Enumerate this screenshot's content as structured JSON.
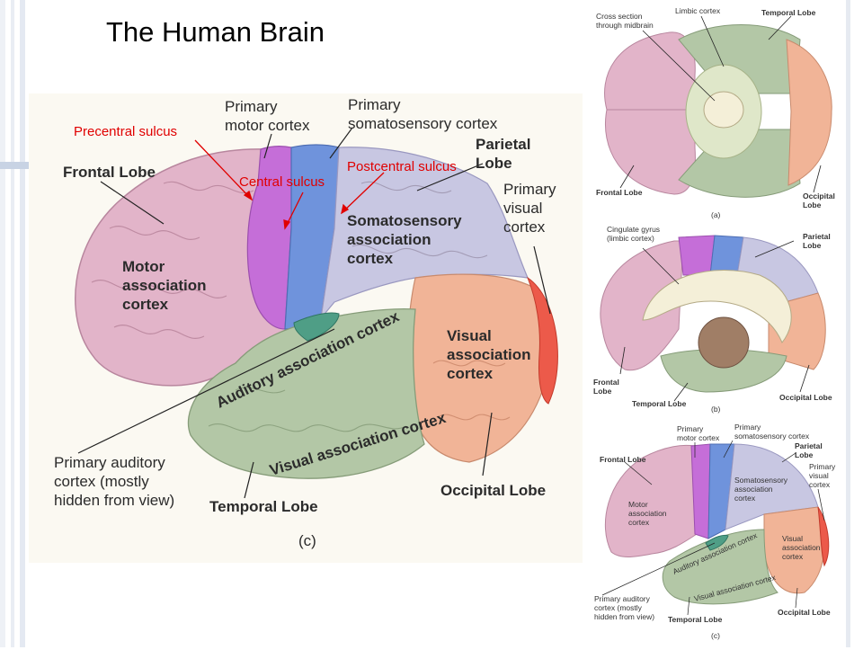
{
  "title": "The Human Brain",
  "annotations": {
    "precentral": "Precentral sulcus",
    "central": "Central sulcus",
    "postcentral": "Postcentral sulcus"
  },
  "main_figure": {
    "primary_motor_1": "Primary",
    "primary_motor_2": "motor cortex",
    "primary_somato_1": "Primary",
    "primary_somato_2": "somatosensory cortex",
    "parietal_1": "Parietal",
    "parietal_2": "Lobe",
    "frontal": "Frontal Lobe",
    "primary_visual_1": "Primary",
    "primary_visual_2": "visual",
    "primary_visual_3": "cortex",
    "somato_assoc_1": "Somatosensory",
    "somato_assoc_2": "association",
    "somato_assoc_3": "cortex",
    "motor_assoc_1": "Motor",
    "motor_assoc_2": "association",
    "motor_assoc_3": "cortex",
    "auditory_assoc": "Auditory association cortex",
    "visual_assoc_1": "Visual",
    "visual_assoc_2": "association",
    "visual_assoc_3": "cortex",
    "visual_assoc_long": "Visual association cortex",
    "primary_auditory_1": "Primary auditory",
    "primary_auditory_2": "cortex (mostly",
    "primary_auditory_3": "hidden from view)",
    "temporal": "Temporal Lobe",
    "occipital": "Occipital Lobe",
    "caption": "(c)"
  },
  "panel_a": {
    "cross_1": "Cross section",
    "cross_2": "through midbrain",
    "limbic": "Limbic cortex",
    "temporal": "Temporal Lobe",
    "frontal": "Frontal Lobe",
    "occipital_1": "Occipital",
    "occipital_2": "Lobe",
    "caption": "(a)"
  },
  "panel_b": {
    "cingulate_1": "Cingulate gyrus",
    "cingulate_2": "(limbic cortex)",
    "parietal_1": "Parietal",
    "parietal_2": "Lobe",
    "frontal_1": "Frontal",
    "frontal_2": "Lobe",
    "temporal": "Temporal Lobe",
    "occipital": "Occipital Lobe",
    "caption": "(b)"
  },
  "panel_c_small": {
    "primary_motor_1": "Primary",
    "primary_motor_2": "motor cortex",
    "primary_somato_1": "Primary",
    "primary_somato_2": "somatosensory cortex",
    "parietal_1": "Parietal",
    "parietal_2": "Lobe",
    "frontal": "Frontal Lobe",
    "primary_visual_1": "Primary",
    "primary_visual_2": "visual",
    "primary_visual_3": "cortex",
    "somato_1": "Somatosensory",
    "somato_2": "association",
    "somato_3": "cortex",
    "motor_1": "Motor",
    "motor_2": "association",
    "motor_3": "cortex",
    "auditory": "Auditory association cortex",
    "visual_1": "Visual",
    "visual_2": "association",
    "visual_3": "cortex",
    "visual_long": "Visual association cortex",
    "primary_aud_1": "Primary auditory",
    "primary_aud_2": "cortex (mostly",
    "primary_aud_3": "hidden from view)",
    "temporal": "Temporal Lobe",
    "occipital": "Occipital Lobe",
    "caption": "(c)"
  }
}
